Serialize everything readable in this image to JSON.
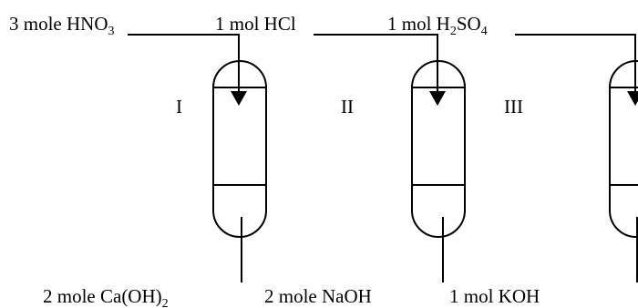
{
  "acids": [
    {
      "prefix": "3 mole HNO",
      "sub": "3",
      "suffix": ""
    },
    {
      "prefix": "1 mol HCl",
      "sub": "",
      "suffix": ""
    },
    {
      "prefix": "1 mol H",
      "sub": "2",
      "suffix": "SO",
      "sub2": "4"
    }
  ],
  "tubes": [
    {
      "numeral": "I"
    },
    {
      "numeral": "II"
    },
    {
      "numeral": "III"
    }
  ],
  "bases": [
    {
      "prefix": "2 mole Ca(OH)",
      "sub": "2"
    },
    {
      "prefix": "2 mole NaOH",
      "sub": ""
    },
    {
      "prefix": "1 mol KOH",
      "sub": ""
    }
  ]
}
